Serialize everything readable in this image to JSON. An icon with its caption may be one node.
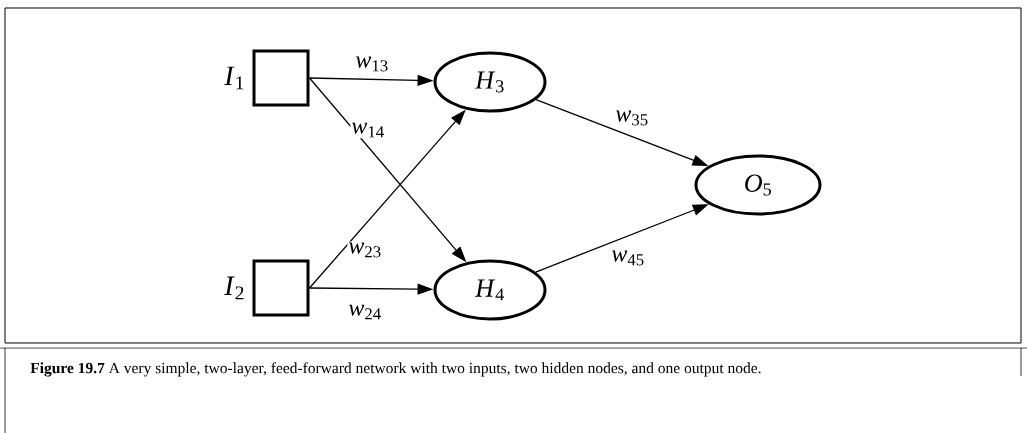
{
  "diagram": {
    "caption": "**Figure 19.7**    A very simple, two-layer, feed-forward network with two inputs, two hidden nodes, and one output node.",
    "nodes": [
      {
        "text": [
          "*I*$_{1}$"
        ]
      },
      {
        "text": [
          "*I*$_{2}$"
        ]
      },
      {
        "text": [
          "*H*$_{3}$"
        ]
      },
      {
        "text": [
          "*H*$_{4}$"
        ]
      },
      {
        "text": [
          "*O*$_{5}$"
        ]
      }
    ],
    "edges": [
      {
        "from": 0,
        "to": 2,
        "arrow": "to",
        "label": "*w*$_{13}$"
      },
      {
        "from": 0,
        "to": 3,
        "arrow": "to",
        "label": "*w*$_{14}$"
      },
      {
        "from": 1,
        "to": 2,
        "arrow": "to",
        "label": "*w*$_{23}$"
      },
      {
        "from": 1,
        "to": 3,
        "arrow": "to",
        "label": "*w*$_{24}$"
      },
      {
        "from": 2,
        "to": 4,
        "arrow": "to",
        "label": "*w*$_{35}$"
      },
      {
        "from": 3,
        "to": 4,
        "arrow": "to",
        "label": "*w*$_{45}$"
      }
    ]
  }
}
